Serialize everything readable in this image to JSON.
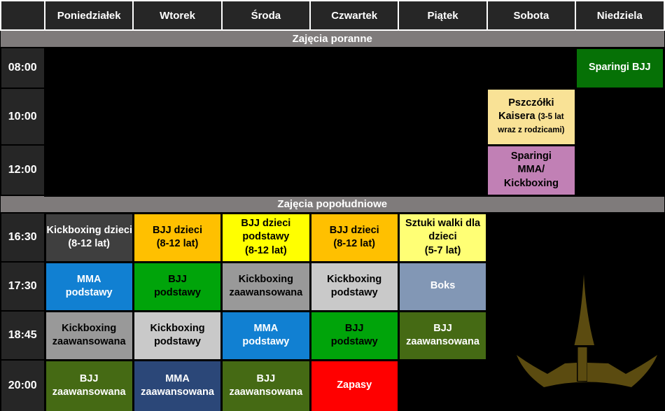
{
  "colors": {
    "background": "#000000",
    "header_cell_bg": "#262626",
    "header_text": "#ffffff",
    "section_bar_bg": "#7f7b7b",
    "section_bar_text": "#ffffff",
    "logo_color": "#5b4b10"
  },
  "header": {
    "days": [
      "Poniedziałek",
      "Wtorek",
      "Środa",
      "Czwartek",
      "Piątek",
      "Sobota",
      "Niedziela"
    ]
  },
  "sections": [
    {
      "label": "Zajęcia poranne",
      "rows": [
        {
          "time": "08:00",
          "cells": [
            null,
            null,
            null,
            null,
            null,
            null,
            {
              "bg": "#067106",
              "fg": "#ffffff",
              "lines": [
                "Sparingi BJJ"
              ]
            }
          ]
        },
        {
          "time": "10:00",
          "cells": [
            null,
            null,
            null,
            null,
            null,
            {
              "bg": "#f9e296",
              "fg": "#000000",
              "lines": [
                "Pszczółki",
                [
                  {
                    "t": "Kaisera "
                  },
                  {
                    "t": "(3-5 lat",
                    "small": true
                  }
                ],
                [
                  {
                    "t": "wraz z rodzicami)",
                    "small": true
                  }
                ]
              ]
            },
            null
          ]
        },
        {
          "time": "12:00",
          "cells": [
            null,
            null,
            null,
            null,
            null,
            {
              "bg": "#c180b5",
              "fg": "#000000",
              "lines": [
                "Sparingi",
                "MMA/",
                "Kickboxing"
              ]
            },
            null
          ]
        }
      ]
    },
    {
      "label": "Zajęcia popołudniowe",
      "rows": [
        {
          "time": "16:30",
          "cells": [
            {
              "bg": "#3f3f3f",
              "fg": "#ffffff",
              "lines": [
                "Kickboxing dzieci",
                "(8-12 lat)"
              ]
            },
            {
              "bg": "#ffc000",
              "fg": "#000000",
              "lines": [
                "BJJ dzieci",
                "(8-12 lat)"
              ]
            },
            {
              "bg": "#ffff00",
              "fg": "#000000",
              "lines": [
                "BJJ dzieci",
                "podstawy",
                "(8-12 lat)"
              ]
            },
            {
              "bg": "#ffc000",
              "fg": "#000000",
              "lines": [
                "BJJ dzieci",
                "(8-12 lat)"
              ]
            },
            {
              "bg": "#ffff75",
              "fg": "#000000",
              "lines": [
                "Sztuki walki dla",
                "dzieci",
                "(5-7 lat)"
              ]
            },
            null,
            null
          ]
        },
        {
          "time": "17:30",
          "cells": [
            {
              "bg": "#1180d2",
              "fg": "#ffffff",
              "lines": [
                "MMA",
                "podstawy"
              ]
            },
            {
              "bg": "#00a40a",
              "fg": "#000000",
              "lines": [
                "BJJ",
                "podstawy"
              ]
            },
            {
              "bg": "#999999",
              "fg": "#000000",
              "lines": [
                "Kickboxing",
                "zaawansowana"
              ]
            },
            {
              "bg": "#c9c9c9",
              "fg": "#000000",
              "lines": [
                "Kickboxing",
                "podstawy"
              ]
            },
            {
              "bg": "#8297b5",
              "fg": "#ffffff",
              "lines": [
                "Boks"
              ]
            },
            null,
            null
          ]
        },
        {
          "time": "18:45",
          "cells": [
            {
              "bg": "#999999",
              "fg": "#000000",
              "lines": [
                "Kickboxing",
                "zaawansowana"
              ]
            },
            {
              "bg": "#c9c9c9",
              "fg": "#000000",
              "lines": [
                "Kickboxing",
                "podstawy"
              ]
            },
            {
              "bg": "#1180d2",
              "fg": "#ffffff",
              "lines": [
                "MMA",
                "podstawy"
              ]
            },
            {
              "bg": "#00a40a",
              "fg": "#000000",
              "lines": [
                "BJJ",
                "podstawy"
              ]
            },
            {
              "bg": "#456a14",
              "fg": "#ffffff",
              "lines": [
                "BJJ",
                "zaawansowana"
              ]
            },
            null,
            null
          ]
        },
        {
          "time": "20:00",
          "cells": [
            {
              "bg": "#456a14",
              "fg": "#ffffff",
              "lines": [
                "BJJ",
                "zaawansowana"
              ]
            },
            {
              "bg": "#2b4778",
              "fg": "#ffffff",
              "lines": [
                "MMA",
                "zaawansowana"
              ]
            },
            {
              "bg": "#456a14",
              "fg": "#ffffff",
              "lines": [
                "BJJ",
                "zaawansowana"
              ]
            },
            {
              "bg": "#ff0000",
              "fg": "#ffffff",
              "lines": [
                "Zapasy"
              ]
            },
            null,
            null,
            null
          ]
        }
      ]
    }
  ],
  "logo": {
    "name": "crown-trident-logo",
    "color": "#5b4b10"
  }
}
